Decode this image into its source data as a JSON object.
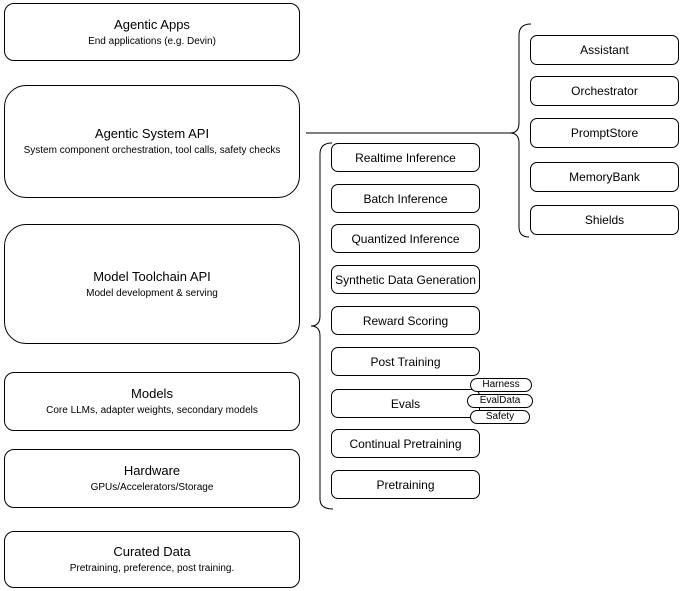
{
  "colors": {
    "stroke": "#000000",
    "background": "#ffffff",
    "text": "#000000"
  },
  "left_stack": [
    {
      "title": "Agentic Apps",
      "subtitle": "End applications (e.g. Devin)"
    },
    {
      "title": "Agentic System API",
      "subtitle": "System component orchestration, tool calls, safety checks"
    },
    {
      "title": "Model Toolchain API",
      "subtitle": "Model development & serving"
    },
    {
      "title": "Models",
      "subtitle": "Core LLMs, adapter weights, secondary models"
    },
    {
      "title": "Hardware",
      "subtitle": "GPUs/Accelerators/Storage"
    },
    {
      "title": "Curated Data",
      "subtitle": "Pretraining, preference, post training."
    }
  ],
  "toolchain": {
    "items": [
      "Realtime Inference",
      "Batch Inference",
      "Quantized Inference",
      "Synthetic Data Generation",
      "Reward Scoring",
      "Post Training",
      "Evals",
      "Continual Pretraining",
      "Pretraining"
    ]
  },
  "evals_tags": [
    "Harness",
    "EvalData",
    "Safety"
  ],
  "system_components": [
    "Assistant",
    "Orchestrator",
    "PromptStore",
    "MemoryBank",
    "Shields"
  ]
}
